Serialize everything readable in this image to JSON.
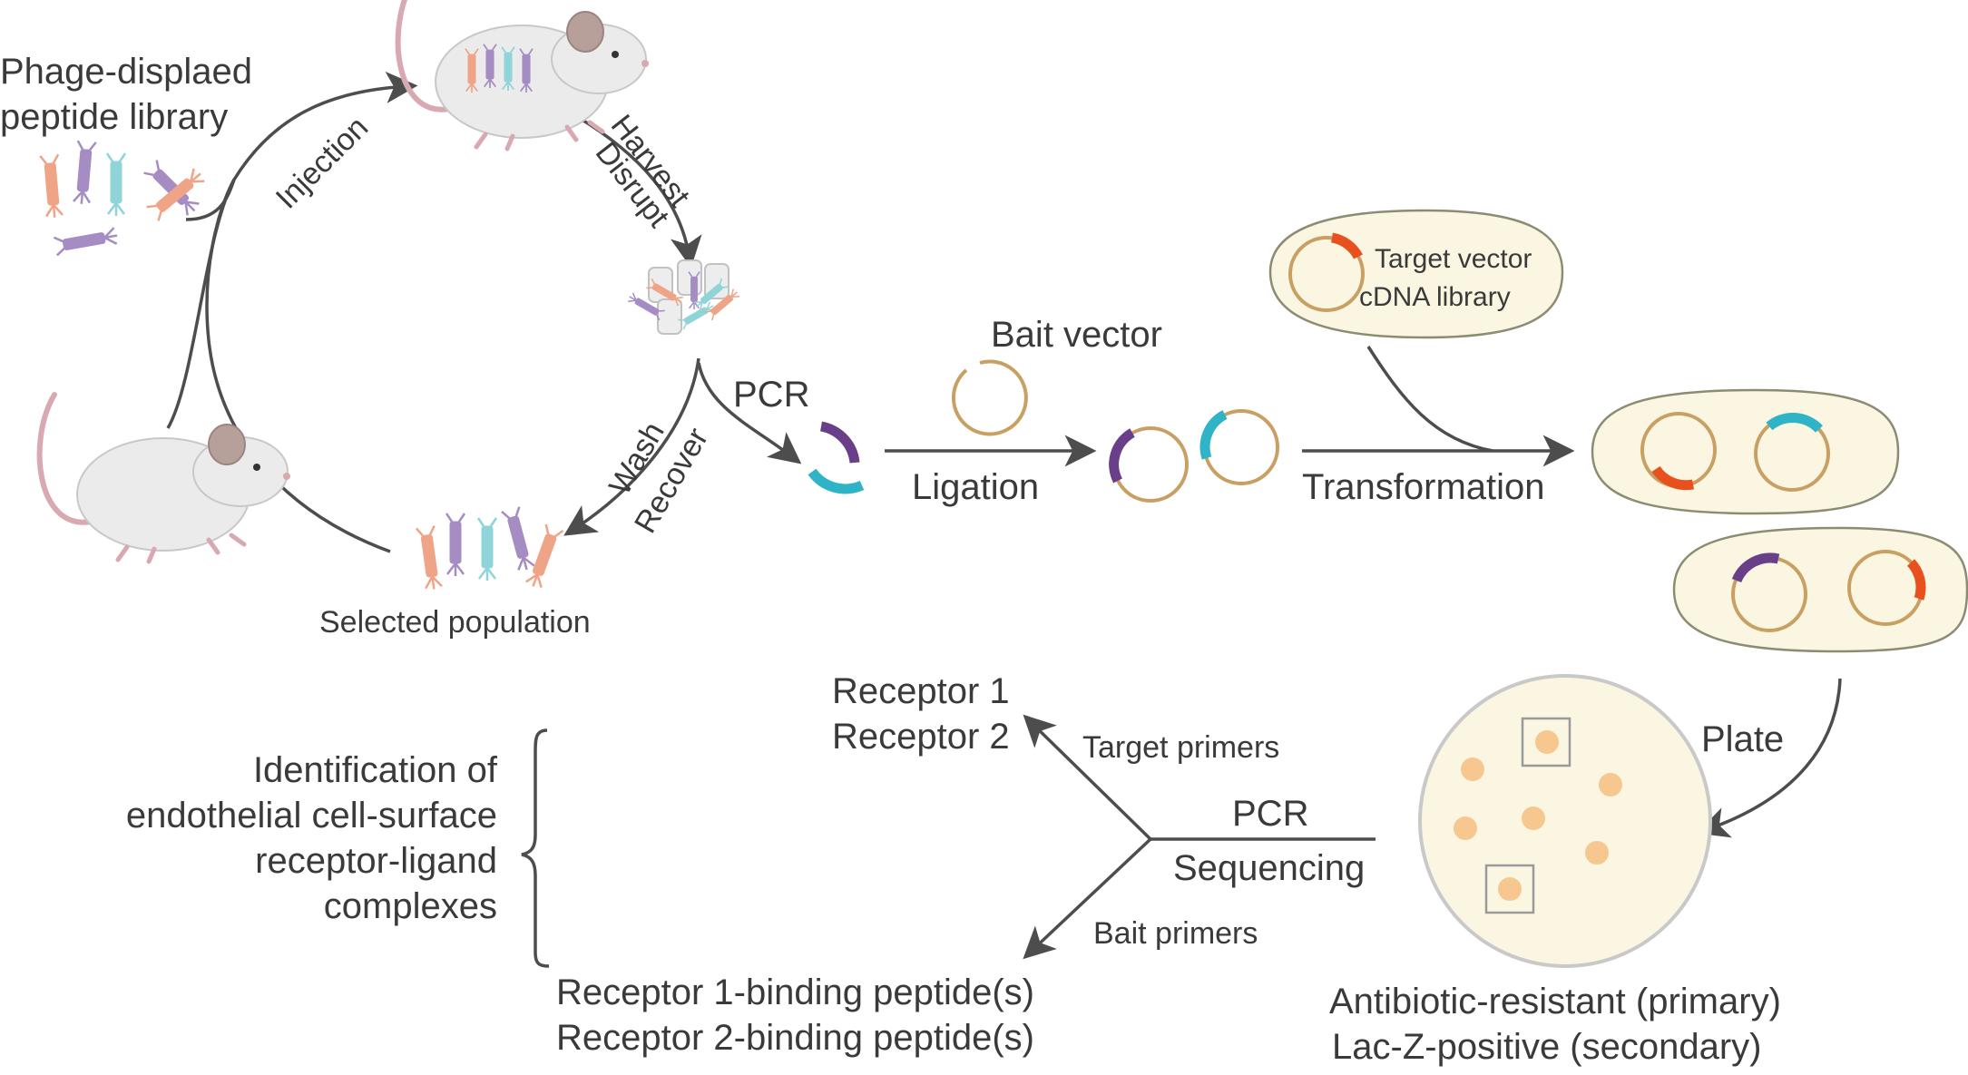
{
  "colors": {
    "arrow": "#4d4d4d",
    "plasmid": "#c9a063",
    "purple": "#6a3f8a",
    "cyan": "#2fb3c6",
    "orange_insert": "#e8501e",
    "cell_fill": "#faf6e1",
    "cell_stroke": "#8c8c73",
    "plate_fill": "#faf6e1",
    "colony": "#f7c790",
    "mouse_body": "#ebebeb",
    "mouse_tail": "#d9a9b2",
    "phage_orange": "#f0a487",
    "phage_purple": "#a58cc2",
    "phage_cyan": "#8fd4d9"
  },
  "labels": {
    "library_line1": "Phage-displaed",
    "library_line2": "peptide library",
    "injection": "Injection",
    "harvest": "Harvest",
    "disrupt": "Disrupt",
    "pcr_top": "PCR",
    "wash": "Wash",
    "recover": "Recover",
    "selected_population": "Selected population",
    "bait_vector": "Bait vector",
    "ligation": "Ligation",
    "target_vector_line1": "Target vector",
    "target_vector_line2": "cDNA library",
    "transformation": "Transformation",
    "plate": "Plate",
    "antibiotic_line1": "Antibiotic-resistant (primary)",
    "antibiotic_line2": "Lac-Z-positive (secondary)",
    "pcr_bottom": "PCR",
    "sequencing": "Sequencing",
    "target_primers": "Target primers",
    "bait_primers": "Bait primers",
    "receptor1": "Receptor 1",
    "receptor2": "Receptor 2",
    "receptor1_peptide": "Receptor 1-binding peptide(s)",
    "receptor2_peptide": "Receptor 2-binding peptide(s)",
    "identification_line1": "Identification of",
    "identification_line2": "endothelial cell-surface",
    "identification_line3": "receptor-ligand",
    "identification_line4": "complexes"
  }
}
